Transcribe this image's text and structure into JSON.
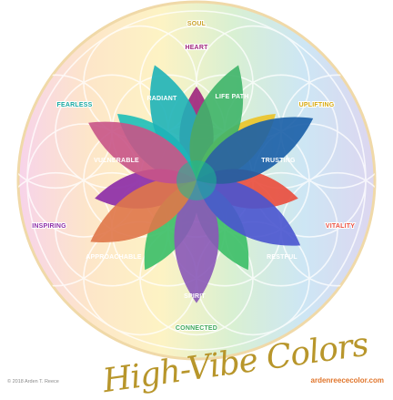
{
  "labels": {
    "soul": "SOUL",
    "heart": "HEART",
    "fearless": "FEARLESS",
    "uplifting": "UPLIFTING",
    "inspiring": "INSPIRING",
    "vitality": "VITALITY",
    "connected": "CONNECTED",
    "radiant": "RADIANT",
    "life_path": "LIFE PATH",
    "vulnerable": "VULNERABLE",
    "trusting": "TRUSTING",
    "approachable": "APPROACHABLE",
    "restful": "RESTFUL",
    "spirit": "SPIRIT"
  },
  "brand_name": "High-Vibe Colors",
  "copyright": "© 2018 Arden T. Reece",
  "website": "ardenreececolor.com",
  "colors": {
    "heart": "#a0287e",
    "radiant": "#1fb3b8",
    "life_path": "#3fb56a",
    "vulnerable": "#c85588",
    "trusting": "#1a5fa8",
    "approachable": "#e0774a",
    "restful": "#4a55d0",
    "spirit": "#8a58b8",
    "fearless": "#22c0b8",
    "uplifting": "#ecc52a",
    "inspiring": "#8e2fa8",
    "vitality": "#ea5040",
    "connected": "#3fc06a",
    "center": "#1cb894",
    "brand": "#b8962b",
    "website": "#e0752b"
  }
}
